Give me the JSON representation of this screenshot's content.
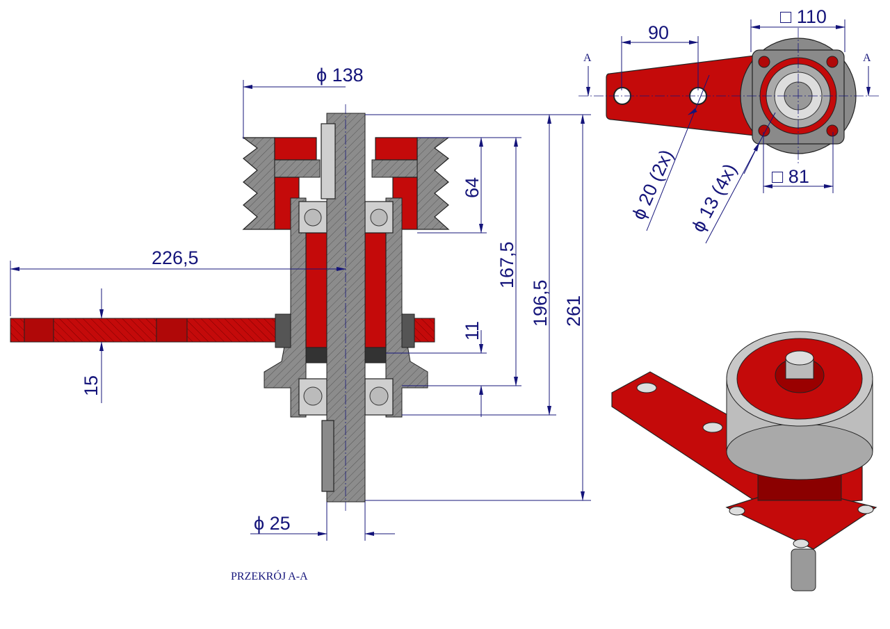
{
  "section_view": {
    "title": "PRZEKRÓJ A-A",
    "dims": {
      "pulley_diameter": "ϕ 138",
      "arm_length": "226,5",
      "plate_thickness": "15",
      "pulley_height": "64",
      "height_167": "167,5",
      "height_196": "196,5",
      "total_height": "261",
      "bearing_gap": "11",
      "shaft_diameter": "ϕ 25"
    }
  },
  "top_view": {
    "section_mark_left": "A",
    "section_mark_right": "A",
    "dims": {
      "hole_spacing": "90",
      "flange_square": "□ 110",
      "bolt_square": "□ 81",
      "arm_holes": "ϕ 20 (2x)",
      "flange_holes": "ϕ 13 (4x)"
    }
  },
  "colors": {
    "part_red": "#c40a0a",
    "dimension_blue": "#14147a",
    "section_grey": "#8a8a8a"
  }
}
